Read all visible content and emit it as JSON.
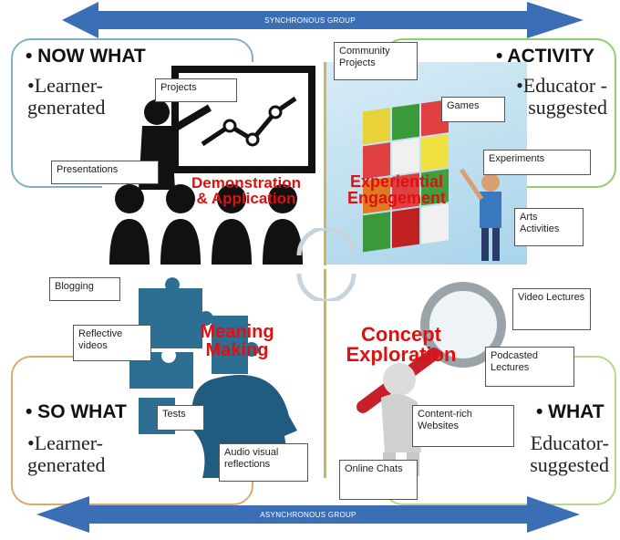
{
  "arrows": {
    "top_label": "SYNCHRONOUS GROUP",
    "bottom_label": "ASYNCHRONOUS GROUP",
    "color": "#3a6fb5"
  },
  "corners": {
    "now_what": {
      "heading": "• NOW WHAT",
      "sub_line1": "•Learner-",
      "sub_line2": "generated",
      "border": "#7fb0c8"
    },
    "activity": {
      "heading": "• ACTIVITY",
      "sub_line1": "•Educator -",
      "sub_line2": "suggested",
      "border": "#8ccf6e"
    },
    "so_what": {
      "heading": "• SO WHAT",
      "sub_line1": "•Learner-",
      "sub_line2": "generated",
      "border": "#e0a870"
    },
    "what": {
      "heading": "• WHAT",
      "sub_line1": "Educator-",
      "sub_line2": "suggested",
      "border": "#b5d98a"
    }
  },
  "quadrants": {
    "demonstration": {
      "line1": "Demonstration",
      "line2": "& Application"
    },
    "experiential": {
      "line1": "Experiential",
      "line2": "Engagement"
    },
    "meaning": {
      "line1": "Meaning",
      "line2": "Making"
    },
    "concept": {
      "line1": "Concept",
      "line2": "Exploration"
    }
  },
  "tags": {
    "projects": "Projects",
    "presentations": "Presentations",
    "community_projects": "Community Projects",
    "games": "Games",
    "experiments": "Experiments",
    "arts_activities": "Arts Activities",
    "blogging": "Blogging",
    "reflective_videos": "Reflective videos",
    "tests": "Tests",
    "audio_visual": "Audio visual reflections",
    "online_chats": "Online Chats",
    "video_lectures": "Video Lectures",
    "podcasted_lectures": "Podcasted Lectures",
    "content_rich_websites": "Content-rich Websites"
  },
  "colors": {
    "title_red": "#e01010",
    "arrow_blue": "#3a6fb5"
  }
}
